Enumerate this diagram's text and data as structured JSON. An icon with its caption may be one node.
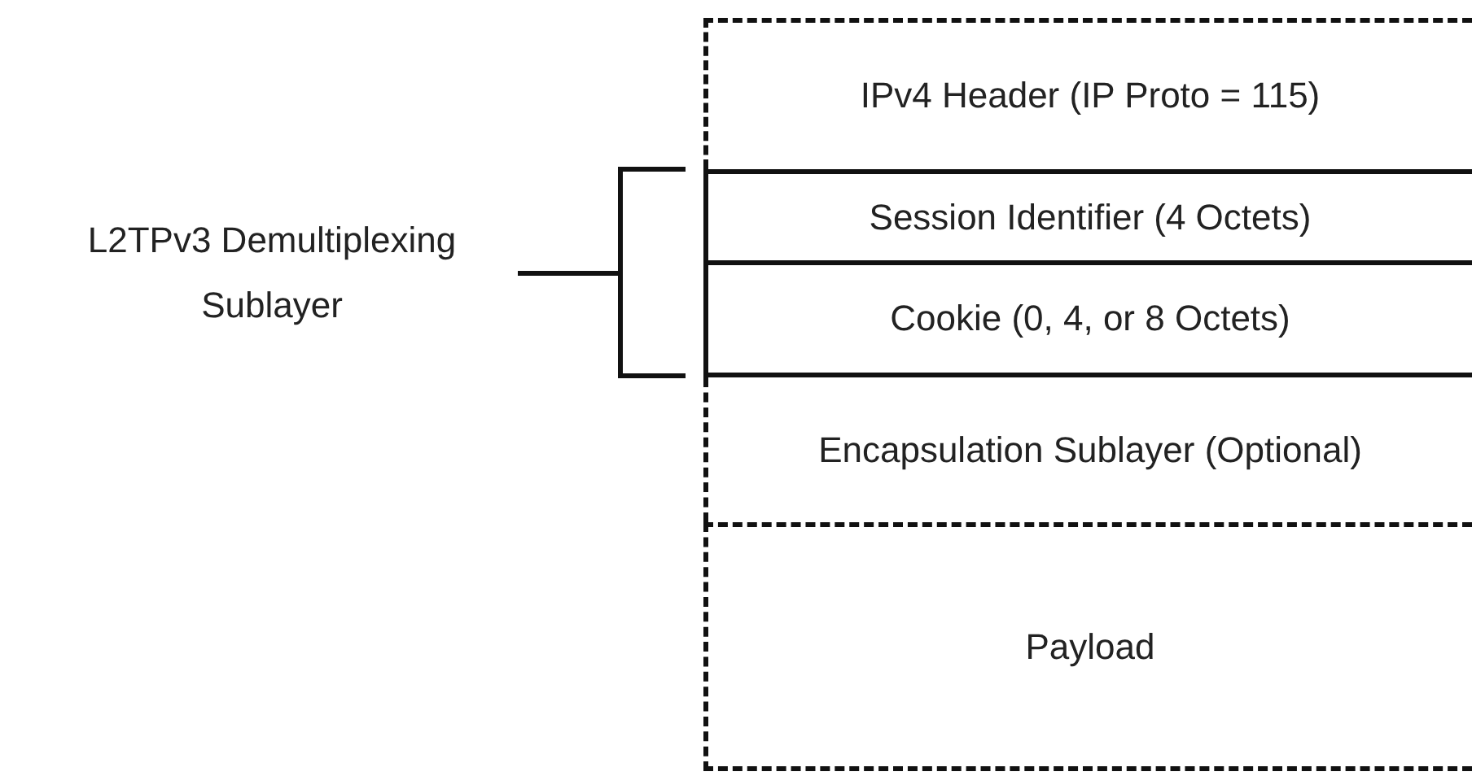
{
  "diagram": {
    "nodes": [
      {
        "text": [
          "IPv4 Header (IP Proto = 115)"
        ]
      },
      {
        "text": [
          "Session Identifier (4 Octets)"
        ]
      },
      {
        "text": [
          "Cookie (0, 4, or 8 Octets)"
        ]
      },
      {
        "text": [
          "Encapsulation Sublayer (Optional)"
        ]
      },
      {
        "text": [
          "Payload"
        ]
      }
    ],
    "edges": [],
    "labels": [
      "L2TPv3 Demultiplexing Sublayer"
    ]
  }
}
